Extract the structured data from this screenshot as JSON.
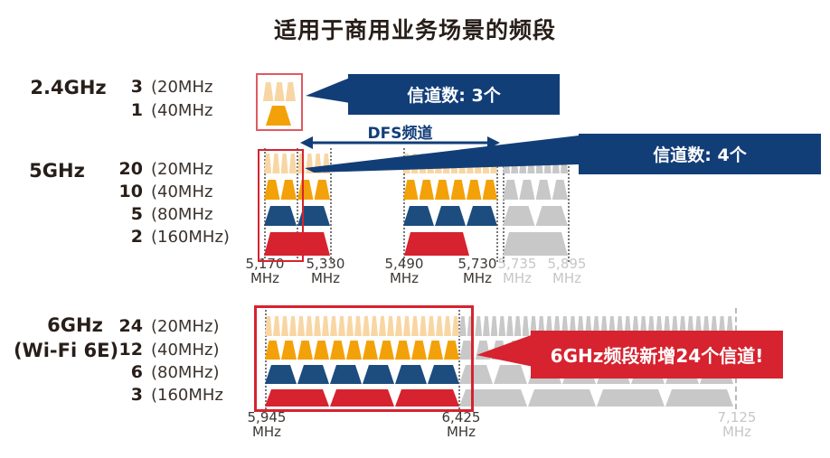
{
  "title": "适用于商用业务场景的频段",
  "colors": {
    "peach": "#f8d6a4",
    "orange": "#f3a108",
    "blue": "#1c4d7e",
    "red": "#d6232f",
    "gray": "#c8c8c8",
    "navy": "#123e78",
    "highlight_red": "#d6232f",
    "highlight_soft_red": "#de5a62",
    "text_dark": "#281e19",
    "text_muted": "#c6c6c6"
  },
  "bands": {
    "b24": {
      "label": "2.4GHz",
      "rows": [
        {
          "count": "3",
          "bw": "(20MHz"
        },
        {
          "count": "1",
          "bw": "(40MHz"
        }
      ]
    },
    "b5": {
      "label": "5GHz",
      "rows": [
        {
          "count": "20",
          "bw": "(20MHz"
        },
        {
          "count": "10",
          "bw": "(40MHz"
        },
        {
          "count": "5",
          "bw": "(80MHz"
        },
        {
          "count": "2",
          "bw": "(160MHz)"
        }
      ]
    },
    "b6": {
      "label": "6GHz",
      "sublabel": "(Wi-Fi 6E)",
      "rows": [
        {
          "count": "24",
          "bw": "(20MHz)"
        },
        {
          "count": "12",
          "bw": "(40MHz)"
        },
        {
          "count": "6",
          "bw": "(80MHz)"
        },
        {
          "count": "3",
          "bw": "(160MHz"
        }
      ]
    }
  },
  "callouts": {
    "ch24": "信道数: 3个",
    "ch5": "信道数: 4个",
    "ch6": "6GHz频段新增24个信道!"
  },
  "dfs_label": "DFS频道",
  "freqs_5ghz": [
    {
      "value": "5,170",
      "unit": "MHz",
      "muted": false
    },
    {
      "value": "5,330",
      "unit": "MHz",
      "muted": false
    },
    {
      "value": "5,490",
      "unit": "MHz",
      "muted": false
    },
    {
      "value": "5,730",
      "unit": "MHz",
      "muted": false
    },
    {
      "value": "5,735",
      "unit": "MHz",
      "muted": true
    },
    {
      "value": "5,895",
      "unit": "MHz",
      "muted": true
    }
  ],
  "freqs_6ghz": [
    {
      "value": "5,945",
      "unit": "MHz",
      "muted": false
    },
    {
      "value": "6,425",
      "unit": "MHz",
      "muted": false
    },
    {
      "value": "7,125",
      "unit": "MHz",
      "muted": true
    }
  ],
  "channel_blocks": {
    "band24": {
      "rows": [
        {
          "bw": "20MHz",
          "count": 3
        },
        {
          "bw": "40MHz",
          "count": 1
        }
      ]
    },
    "band5": {
      "colored": [
        {
          "range": "5,170-5,330",
          "rows": [
            8,
            4,
            2,
            1
          ]
        },
        {
          "range": "5,490-5,730",
          "rows": [
            12,
            6,
            3,
            1
          ]
        }
      ],
      "gray": [
        {
          "range": "5,735-5,895",
          "rows": [
            8,
            4,
            2,
            1
          ]
        }
      ]
    },
    "band6": {
      "colored": [
        {
          "range": "5,945-6,425",
          "rows": [
            24,
            12,
            6,
            3
          ]
        }
      ],
      "gray": [
        {
          "range": "6,425-7,125",
          "rows": [
            35,
            17,
            8,
            4
          ]
        }
      ]
    }
  }
}
